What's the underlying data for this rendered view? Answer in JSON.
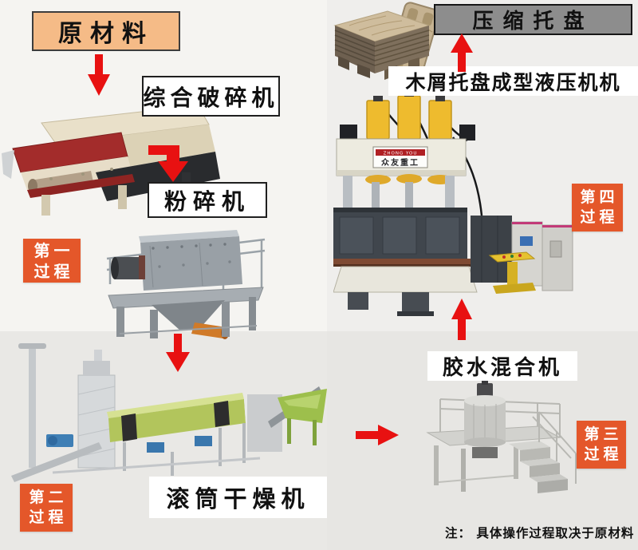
{
  "flow": {
    "raw_material_label": "原材料",
    "pallet_label": "压缩托盘",
    "note": "注： 具体操作过程取决于原材料"
  },
  "machines": {
    "crusher": {
      "label": "综合破碎机"
    },
    "pulverizer": {
      "label": "粉碎机"
    },
    "dryer": {
      "label": "滚筒干燥机"
    },
    "glue_mixer": {
      "label": "胶水混合机"
    },
    "press": {
      "label": "木屑托盘成型液压机机",
      "brand": "众友重工",
      "brand_en": "ZHONG YOU"
    }
  },
  "badges": {
    "step1": {
      "line1": "第一",
      "line2": "过程"
    },
    "step2": {
      "line1": "第二",
      "line2": "过程"
    },
    "step3": {
      "line1": "第三",
      "line2": "过程"
    },
    "step4": {
      "line1": "第四",
      "line2": "过程"
    }
  },
  "colors": {
    "badge": "#E4572A",
    "raw_box": "#F5BB87",
    "pallet_box": "#8D8D8D",
    "arrow": "#E81111"
  }
}
